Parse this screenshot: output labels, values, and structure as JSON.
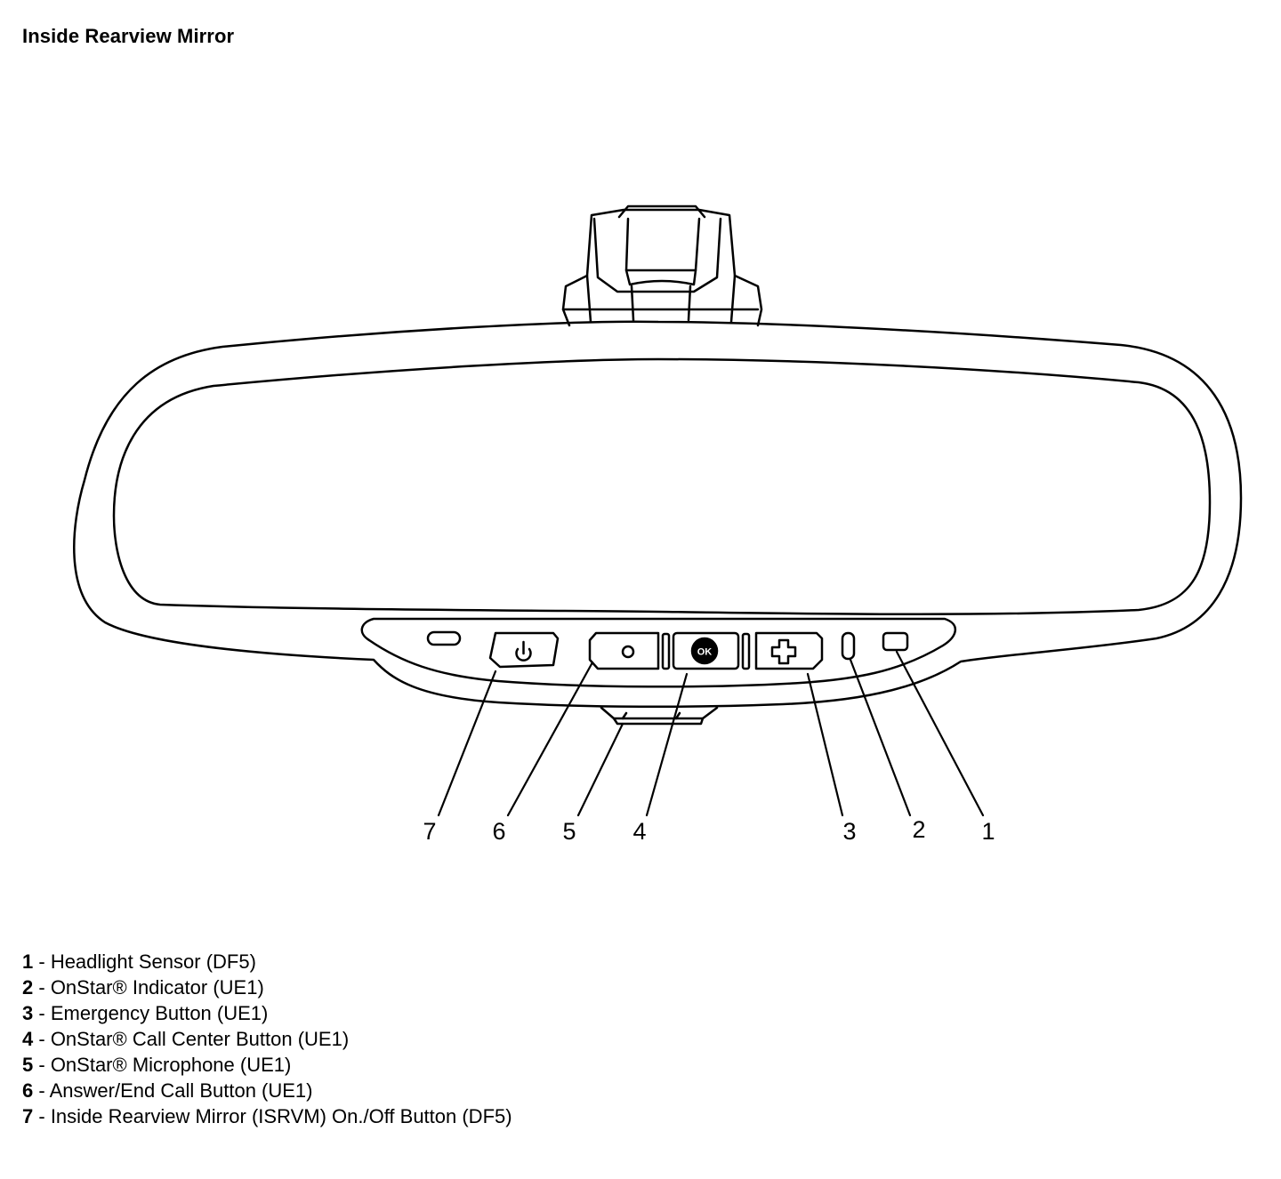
{
  "title": "Inside Rearview Mirror",
  "callouts": [
    "7",
    "6",
    "5",
    "4",
    "3",
    "2",
    "1"
  ],
  "call_center_button_glyph": "OK",
  "legend": [
    {
      "num": "1",
      "sep": " - ",
      "text": "Headlight Sensor (DF5)"
    },
    {
      "num": "2",
      "sep": " - ",
      "text": "OnStar® Indicator (UE1)"
    },
    {
      "num": "3",
      "sep": " - ",
      "text": "Emergency Button (UE1)"
    },
    {
      "num": "4",
      "sep": " - ",
      "text": "OnStar® Call Center Button (UE1)"
    },
    {
      "num": "5",
      "sep": " - ",
      "text": "OnStar® Microphone (UE1)"
    },
    {
      "num": "6",
      "sep": " - ",
      "text": "Answer/End Call Button (UE1)"
    },
    {
      "num": "7",
      "sep": " - ",
      "text": "Inside Rearview Mirror (ISRVM) On./Off Button (DF5)"
    }
  ]
}
